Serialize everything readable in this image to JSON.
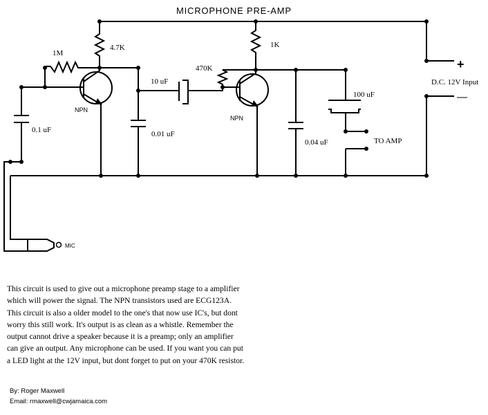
{
  "diagram": {
    "title": "MICROPHONE PRE-AMP",
    "labels": {
      "r_1m": "1M",
      "r_4_7k": "4.7K",
      "r_1k": "1K",
      "r_470k": "470K",
      "c_0_1uf": "0.1 uF",
      "c_10uf": "10 uF",
      "c_0_01uf": "0.01 uF",
      "c_0_04uf": "0.04 uF",
      "c_100uf": "100 uF",
      "npn_1": "NPN",
      "npn_2": "NPN",
      "to_amp": "TO AMP",
      "dc_input": "D.C. 12V Input",
      "plus": "+",
      "minus": "—",
      "mic": "MIC"
    }
  },
  "description": [
    "This circuit is used to give out a microphone preamp stage to a amplifier",
    "which will power the signal. The NPN transistors used are ECG123A.",
    "This circuit is also a older model to the one's that now use IC's, but dont",
    "worry this still work. It's output is as clean as a whistle. Remember the",
    "output cannot drive a speaker because it is a preamp; only an amplifier",
    "can give an output. Any microphone can be used. If you want you can put",
    "a LED light at the 12V input, but dont forget to put on your 470K resistor."
  ],
  "credits": {
    "by": "By: Roger Maxwell",
    "email": "Email: rmaxwell@cwjamaica.com"
  }
}
